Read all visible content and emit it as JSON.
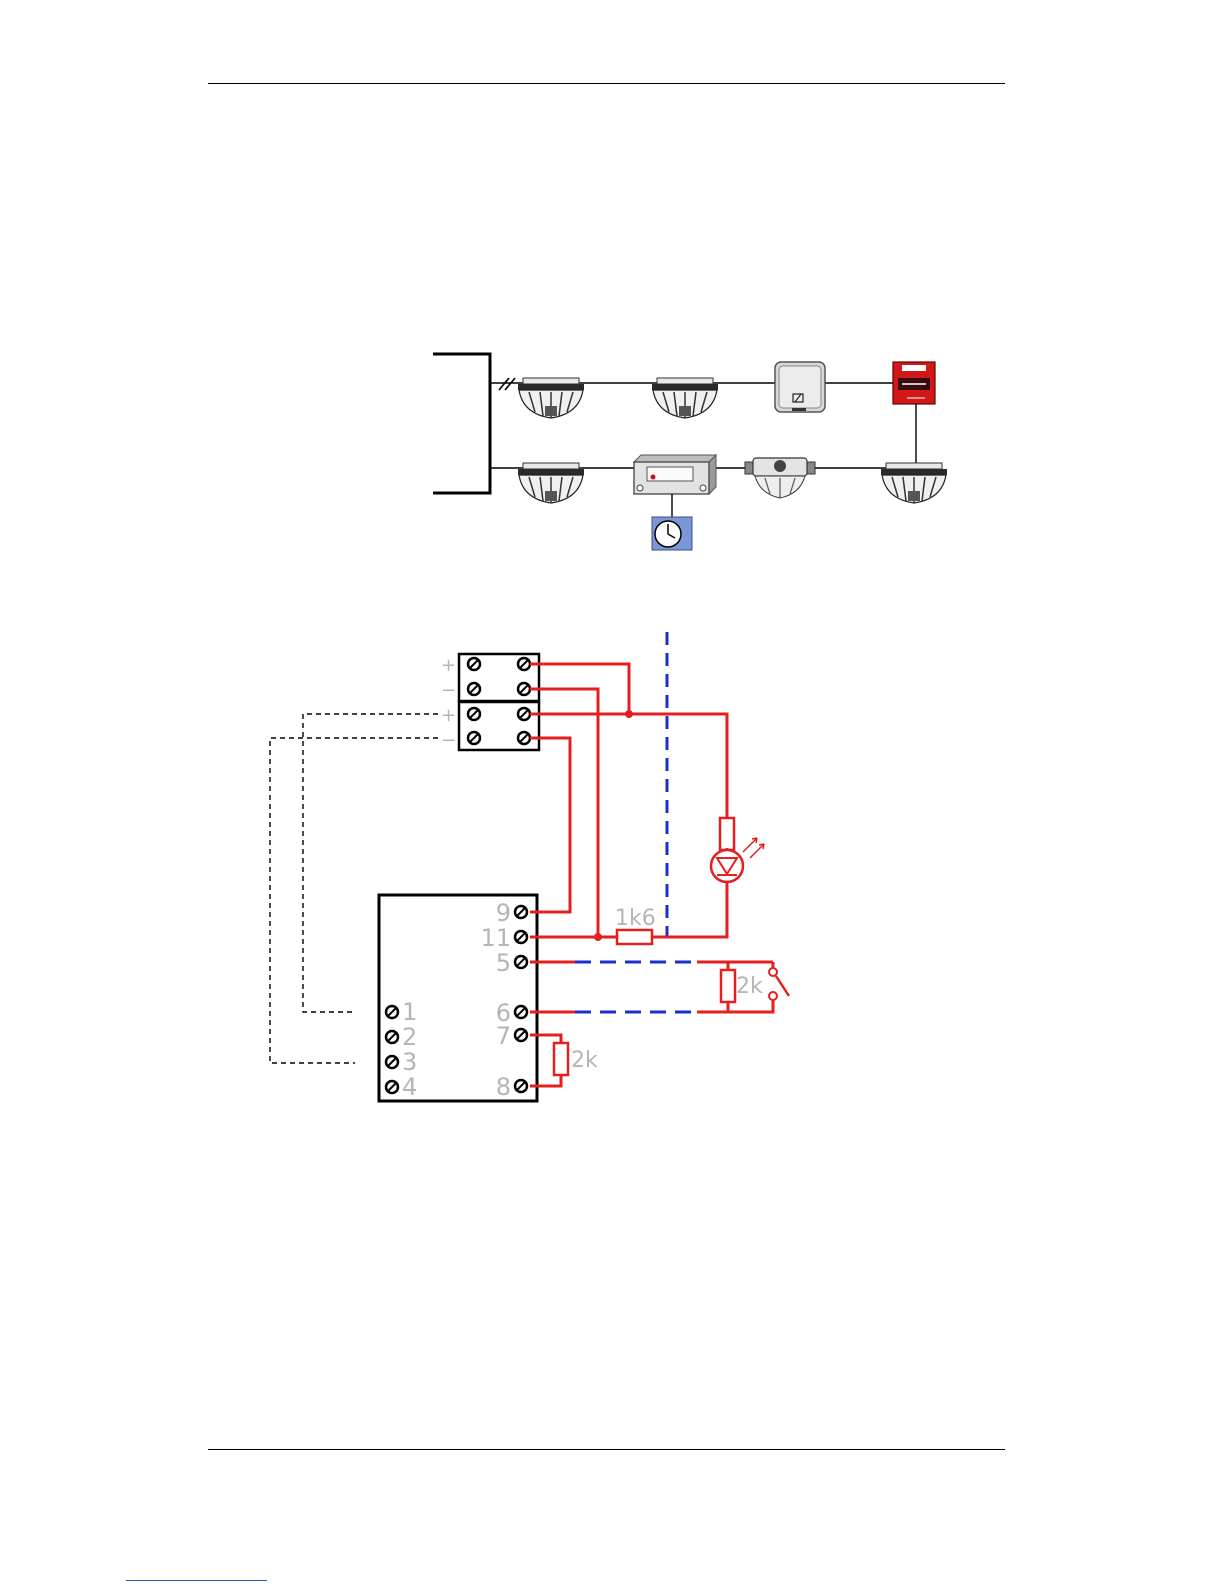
{
  "loop_diagram": {
    "devices": [
      "smoke-detector",
      "smoke-detector",
      "input-output-module",
      "manual-call-point",
      "smoke-detector",
      "interface-unit",
      "beam-detector",
      "smoke-detector"
    ],
    "accessory": "clock-icon"
  },
  "wiring_diagram": {
    "terminal_block_labels": {
      "plus": "+",
      "minus": "−"
    },
    "module_left_terminals": [
      "1",
      "2",
      "3",
      "4"
    ],
    "module_right_terminals": [
      "9",
      "11",
      "5",
      "6",
      "7",
      "8"
    ],
    "resistors": {
      "line": "1k6",
      "end_of_line_input": "2k",
      "end_of_line_module": "2k"
    },
    "colors": {
      "circuit": "#e41f1f",
      "barrier": "#1a2fd0",
      "wiring": "#000000"
    }
  }
}
